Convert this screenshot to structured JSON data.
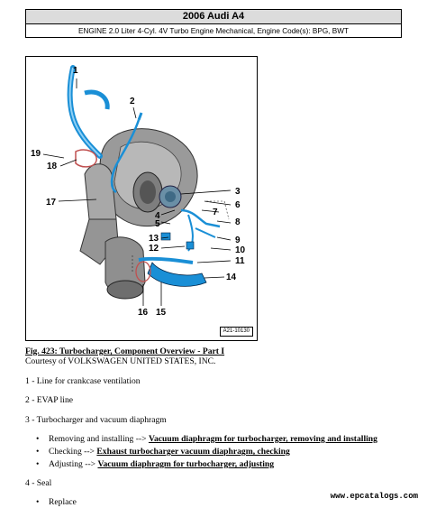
{
  "header": {
    "title": "2006 Audi A4",
    "subtitle": "ENGINE 2.0 Liter 4-Cyl. 4V Turbo Engine Mechanical, Engine Code(s): BPG, BWT"
  },
  "figure": {
    "code": "A21-10130",
    "callouts": [
      "1",
      "2",
      "19",
      "18",
      "17",
      "3",
      "4",
      "5",
      "6",
      "7",
      "8",
      "13",
      "12",
      "9",
      "10",
      "11",
      "14",
      "16",
      "15"
    ]
  },
  "caption": "Fig. 423: Turbocharger, Component Overview - Part I",
  "courtesy": "Courtesy of VOLKSWAGEN UNITED STATES, INC.",
  "items": [
    "1 - Line for crankcase ventilation",
    "2 - EVAP line",
    "3 - Turbocharger and vacuum diaphragm",
    "4 - Seal"
  ],
  "bullets_item3": [
    {
      "prefix": "Removing and installing -->",
      "link": "Vacuum diaphragm for turbocharger, removing and installing"
    },
    {
      "prefix": "Checking -->",
      "link": "Exhaust turbocharger vacuum diaphragm, checking"
    },
    {
      "prefix": "Adjusting -->",
      "link": "Vacuum diaphragm for turbocharger, adjusting"
    }
  ],
  "bullets_item4": [
    {
      "prefix": "Replace",
      "link": ""
    }
  ],
  "watermark": "www.epcatalogs.com",
  "colors": {
    "line_blue": "#1a8fd6",
    "part_gray": "#8c8c8c"
  }
}
